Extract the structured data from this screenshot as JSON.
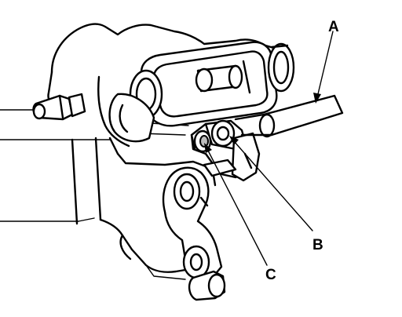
{
  "figure": {
    "callouts": {
      "a": "A",
      "b": "B",
      "c": "C"
    },
    "colors": {
      "ink": "#000000",
      "paper": "#ffffff",
      "shade": "#bdbdbd"
    }
  }
}
